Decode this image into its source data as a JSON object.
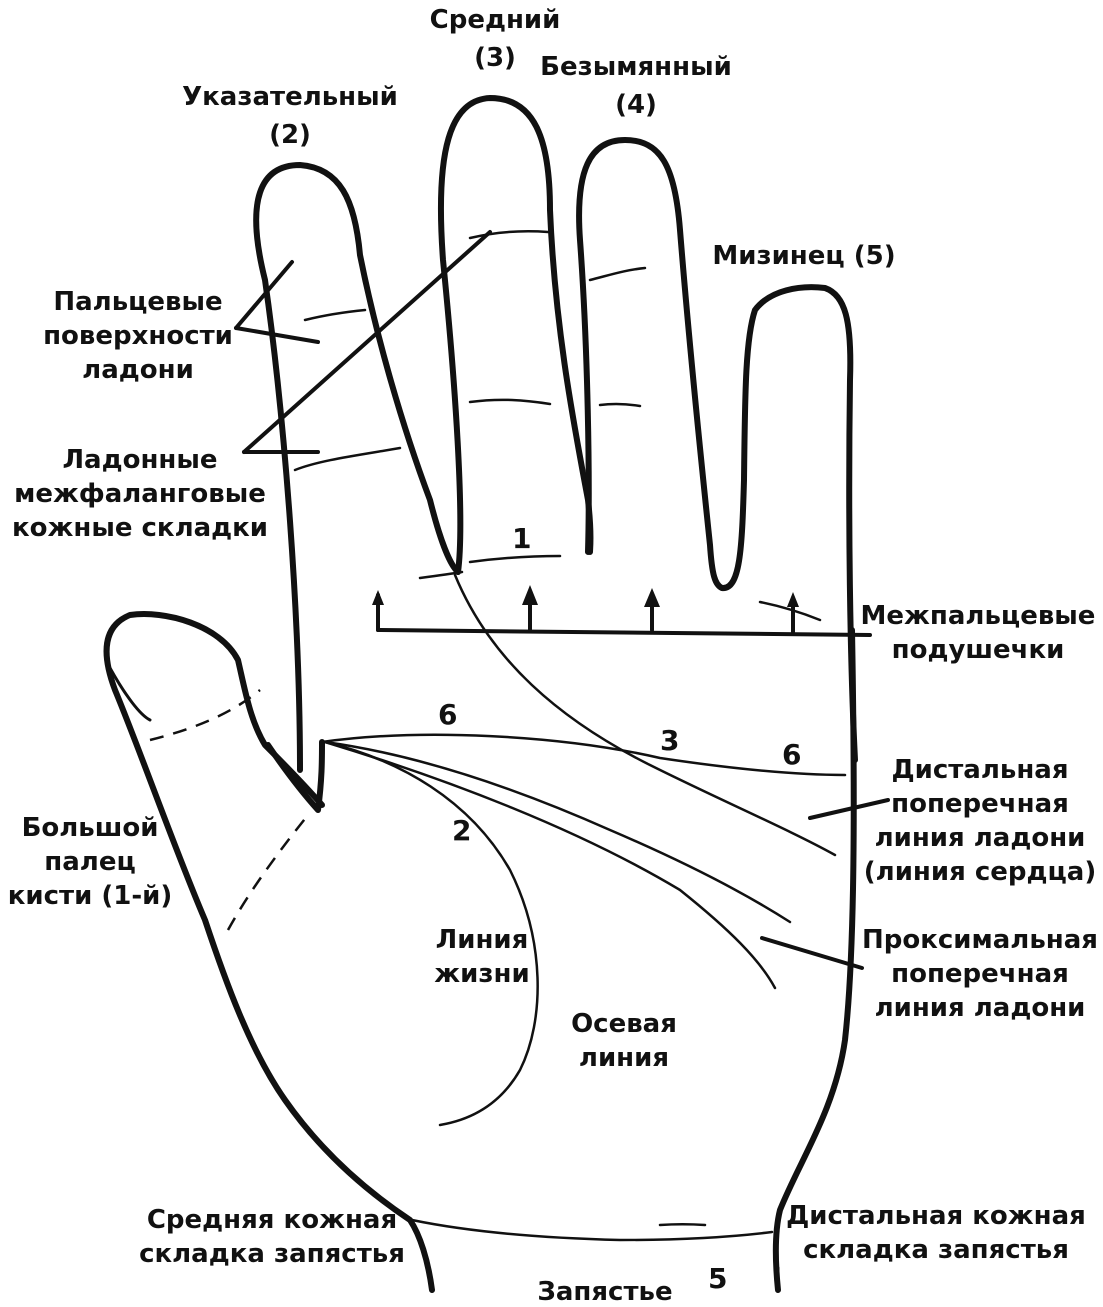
{
  "diagram": {
    "fingers": {
      "index": [
        "Указательный",
        "(2)"
      ],
      "middle": [
        "Средний",
        "(3)"
      ],
      "ring": [
        "Безымянный",
        "(4)"
      ],
      "little": [
        "Мизинец (5)"
      ],
      "thumb": [
        "Большой",
        "палец",
        "кисти (1-й)"
      ]
    },
    "labels": {
      "digital_surfaces": [
        "Пальцевые",
        "поверхности",
        "ладони"
      ],
      "interphalangeal_creases": [
        "Ладонные",
        "межфаланговые",
        "кожные складки"
      ],
      "interdigital_pads": [
        "Межпальцевые",
        "подушечки"
      ],
      "distal_transverse": [
        "Дистальная",
        "поперечная",
        "линия ладони",
        "(линия сердца)"
      ],
      "proximal_transverse": [
        "Проксимальная",
        "поперечная",
        "линия ладони"
      ],
      "life_line": [
        "Линия",
        "жизни"
      ],
      "axial_line": [
        "Осевая",
        "линия"
      ],
      "middle_wrist_crease": [
        "Средняя кожная",
        "складка запястья"
      ],
      "distal_wrist_crease": [
        "Дистальная кожная",
        "складка запястья"
      ],
      "wrist": "Запястье"
    },
    "numbers": {
      "pad1": "1",
      "crease2": "2",
      "crease3": "3",
      "heart6a": "6",
      "heart6b": "6",
      "wrist5": "5"
    }
  }
}
